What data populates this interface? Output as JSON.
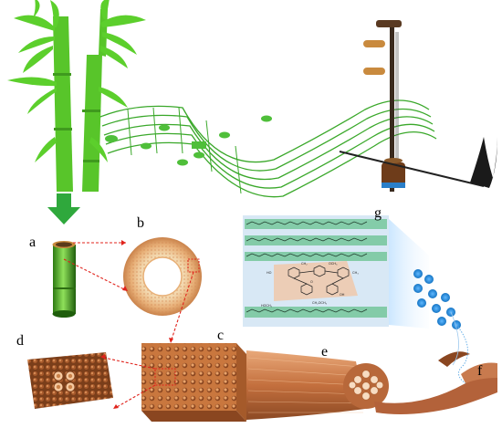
{
  "figure": {
    "panel_labels": {
      "a": "a",
      "b": "b",
      "c": "c",
      "d": "d",
      "e": "e",
      "f": "f",
      "g": "g"
    },
    "chem_labels": {
      "oh": "OH",
      "ho": "HO",
      "ch2": "CH₂",
      "ch3": "CH₃",
      "o": "O",
      "hoch2": "HOCH₂",
      "och3": "OCH₃",
      "choch3": "CH₂OCH₃"
    },
    "colors": {
      "bamboo_green": "#6dcf3a",
      "bamboo_dark": "#3f9a1e",
      "arrow_green": "#2fa83c",
      "fiber_brown": "#c87a4e",
      "cellulose_green": "#3fb56a",
      "lignin_orange": "#e9a070",
      "dashed_red": "#e0231c",
      "blue_glow": "#1a8fd8"
    },
    "icons": [
      "bamboo-plant-icon",
      "music-wave-icon",
      "erhu-instrument-icon",
      "down-arrow-icon"
    ]
  }
}
